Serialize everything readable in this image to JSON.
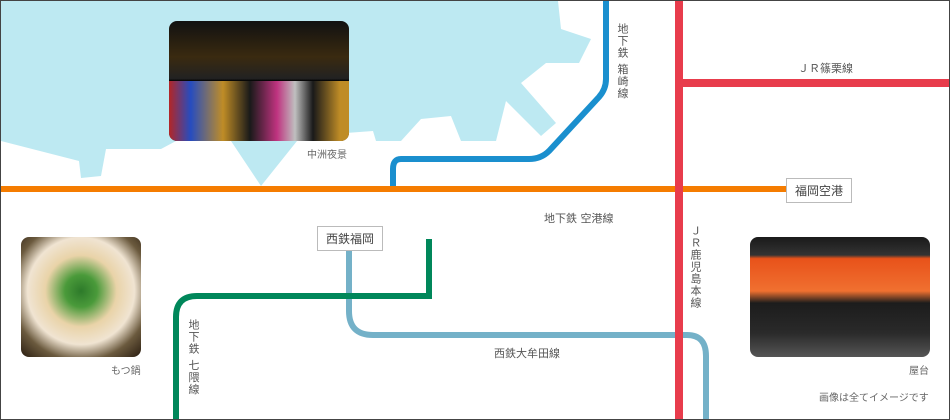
{
  "lines": {
    "hakozaki": {
      "label": "地下鉄 箱崎線",
      "color": "#1a8fce"
    },
    "kuko": {
      "label": "地下鉄 空港線",
      "color": "#f57c00"
    },
    "sasaguri": {
      "label": "ＪＲ篠栗線",
      "color": "#e83c4c"
    },
    "kagoshima": {
      "label": "ＪＲ鹿児島本線",
      "color": "#e83c4c"
    },
    "nanakuma": {
      "label": "地下鉄 七隈線",
      "color": "#00875a"
    },
    "omuta": {
      "label": "西鉄大牟田線",
      "color": "#74b1c8"
    }
  },
  "stations": {
    "airport": "福岡空港",
    "nishitetsu": "西鉄福岡"
  },
  "photos": {
    "nakasu": "中洲夜景",
    "motsunabe": "もつ鍋",
    "yatai": "屋台"
  },
  "sea_color": "#bde9f2",
  "note": "画像は全てイメージです"
}
